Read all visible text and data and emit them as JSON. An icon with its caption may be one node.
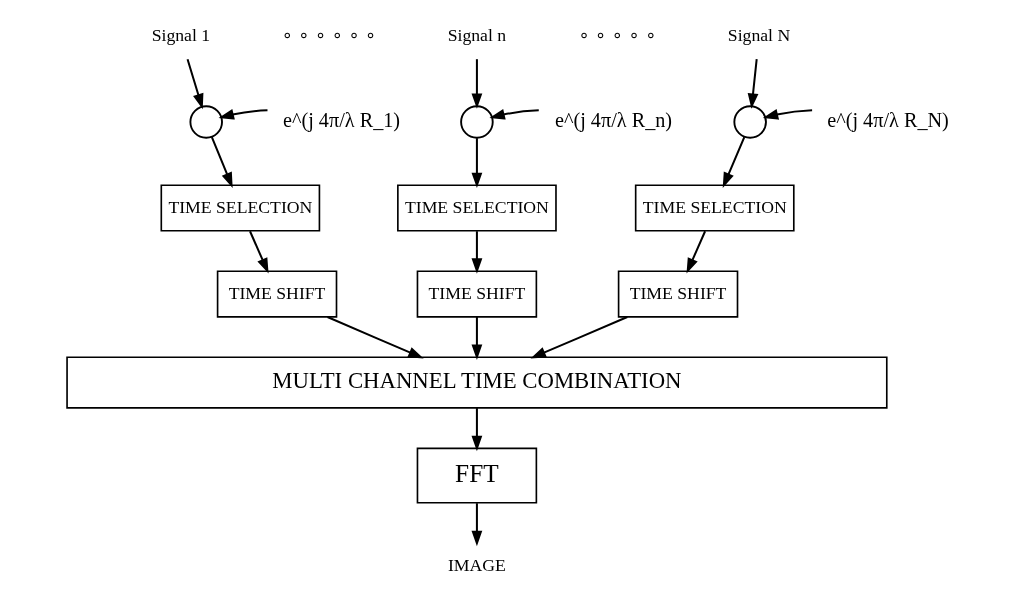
{
  "diagram": {
    "nodes": [
      {
        "text": [
          "Signal 1"
        ]
      },
      {
        "text": [
          "Signal n"
        ]
      },
      {
        "text": [
          "Signal N"
        ]
      },
      {
        "text": [],
        "shape": "circle"
      },
      {
        "text": [
          "e^(j 4π/λ R_1)"
        ]
      },
      {
        "text": [],
        "shape": "circle"
      },
      {
        "text": [
          "e^(j 4π/λ R_n)"
        ]
      },
      {
        "text": [],
        "shape": "circle"
      },
      {
        "text": [
          "e^(j 4π/λ R_N)"
        ]
      },
      {
        "text": [
          "TIME SELECTION"
        ]
      },
      {
        "text": [
          "TIME SELECTION"
        ]
      },
      {
        "text": [
          "TIME SELECTION"
        ]
      },
      {
        "text": [
          "TIME SHIFT"
        ]
      },
      {
        "text": [
          "TIME SHIFT"
        ]
      },
      {
        "text": [
          "TIME SHIFT"
        ]
      },
      {
        "text": [
          "MULTI CHANNEL TIME COMBINATION"
        ]
      },
      {
        "text": [
          "FFT"
        ]
      },
      {
        "text": [
          "IMAGE"
        ]
      }
    ],
    "edges": [
      {
        "from": 0,
        "to": 3,
        "arrow": "to"
      },
      {
        "from": 4,
        "to": 3,
        "arrow": "to"
      },
      {
        "from": 1,
        "to": 5,
        "arrow": "to"
      },
      {
        "from": 6,
        "to": 5,
        "arrow": "to"
      },
      {
        "from": 2,
        "to": 7,
        "arrow": "to"
      },
      {
        "from": 8,
        "to": 7,
        "arrow": "to"
      },
      {
        "from": 3,
        "to": 9,
        "arrow": "to"
      },
      {
        "from": 5,
        "to": 10,
        "arrow": "to"
      },
      {
        "from": 7,
        "to": 11,
        "arrow": "to"
      },
      {
        "from": 9,
        "to": 12,
        "arrow": "to"
      },
      {
        "from": 10,
        "to": 13,
        "arrow": "to"
      },
      {
        "from": 11,
        "to": 14,
        "arrow": "to"
      },
      {
        "from": 12,
        "to": 15,
        "arrow": "to"
      },
      {
        "from": 13,
        "to": 15,
        "arrow": "to"
      },
      {
        "from": 14,
        "to": 15,
        "arrow": "to"
      },
      {
        "from": 15,
        "to": 16,
        "arrow": "to"
      },
      {
        "from": 16,
        "to": 17,
        "arrow": "to"
      }
    ],
    "labels": [
      "∘ ∘ ∘ ∘ ∘ ∘",
      "∘ ∘ ∘ ∘ ∘"
    ]
  }
}
